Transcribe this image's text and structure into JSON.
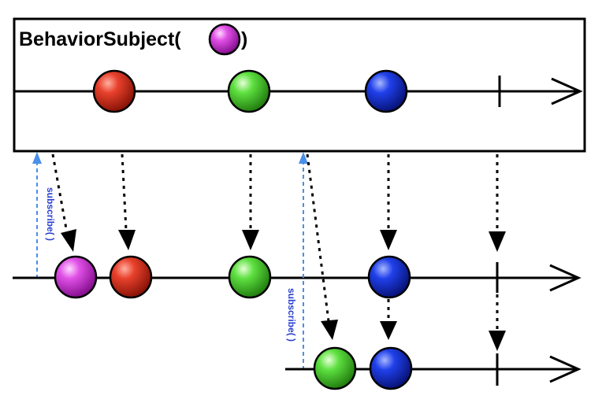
{
  "operator": {
    "title_prefix": "BehaviorSubject(",
    "title_suffix": ")",
    "initial_value_color": "purple"
  },
  "subscribe_label": "subscribe( )",
  "colors": {
    "red": "#d83a2a",
    "green": "#54d83a",
    "blue": "#1a3be0",
    "purple": "#d23ad8",
    "subscribe": "#4a8fe8",
    "line": "#000000"
  },
  "timelines": [
    {
      "id": "source",
      "items": [
        {
          "kind": "marble",
          "color": "red"
        },
        {
          "kind": "marble",
          "color": "green"
        },
        {
          "kind": "marble",
          "color": "blue"
        },
        {
          "kind": "complete"
        }
      ]
    },
    {
      "id": "subscriber-1",
      "items": [
        {
          "kind": "marble",
          "color": "purple"
        },
        {
          "kind": "marble",
          "color": "red"
        },
        {
          "kind": "marble",
          "color": "green"
        },
        {
          "kind": "marble",
          "color": "blue"
        },
        {
          "kind": "complete"
        }
      ]
    },
    {
      "id": "subscriber-2",
      "items": [
        {
          "kind": "marble",
          "color": "green"
        },
        {
          "kind": "marble",
          "color": "blue"
        },
        {
          "kind": "complete"
        }
      ]
    }
  ]
}
